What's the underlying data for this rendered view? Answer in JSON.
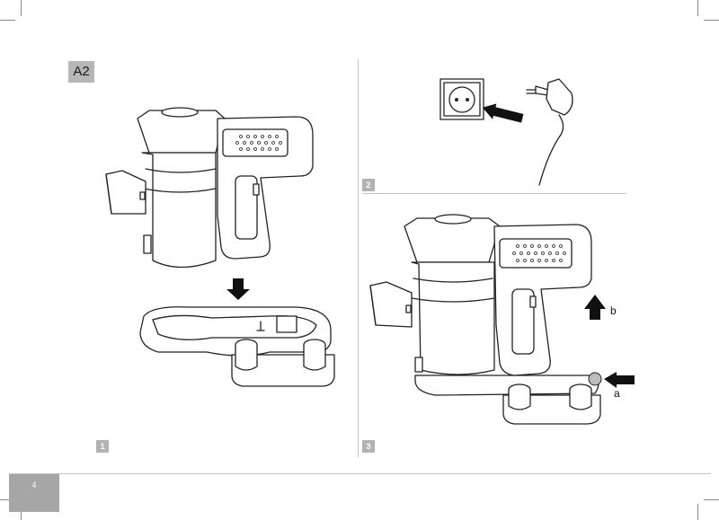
{
  "section_tag": "A2",
  "steps": [
    "1",
    "2",
    "3"
  ],
  "callouts": {
    "a": "a",
    "b": "b"
  },
  "page_number": "4",
  "icons": {
    "step1": "vacuum-docking-illustration",
    "step2": "wall-socket-and-charger-illustration",
    "step3": "vacuum-on-charging-base-illustration"
  }
}
